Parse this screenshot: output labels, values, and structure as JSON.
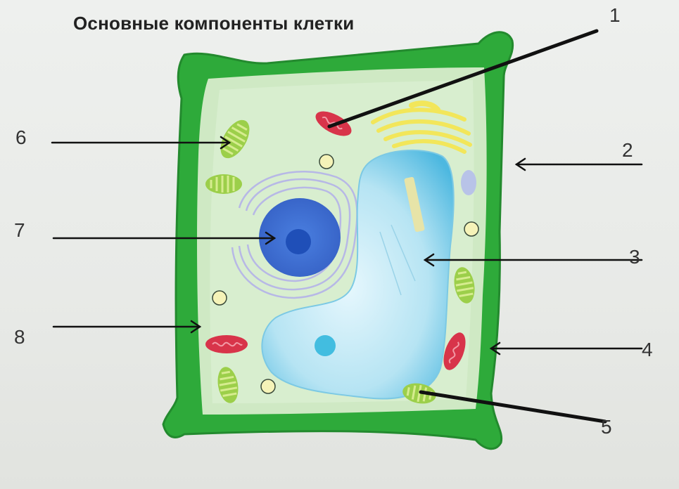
{
  "title": "Основные компоненты клетки",
  "labels": [
    "1",
    "2",
    "3",
    "4",
    "5",
    "6",
    "7",
    "8"
  ],
  "colors": {
    "cell_wall": "#2eaa3a",
    "cytoplasm": "#cfe9c4",
    "vacuole": "#9fd8ec",
    "nucleus": "#3d6fd0",
    "nucleolus": "#1f4fb8",
    "chloroplast": "#9ccf4a",
    "mitochondrion": "#d8344a",
    "golgi": "#f2e65a"
  }
}
